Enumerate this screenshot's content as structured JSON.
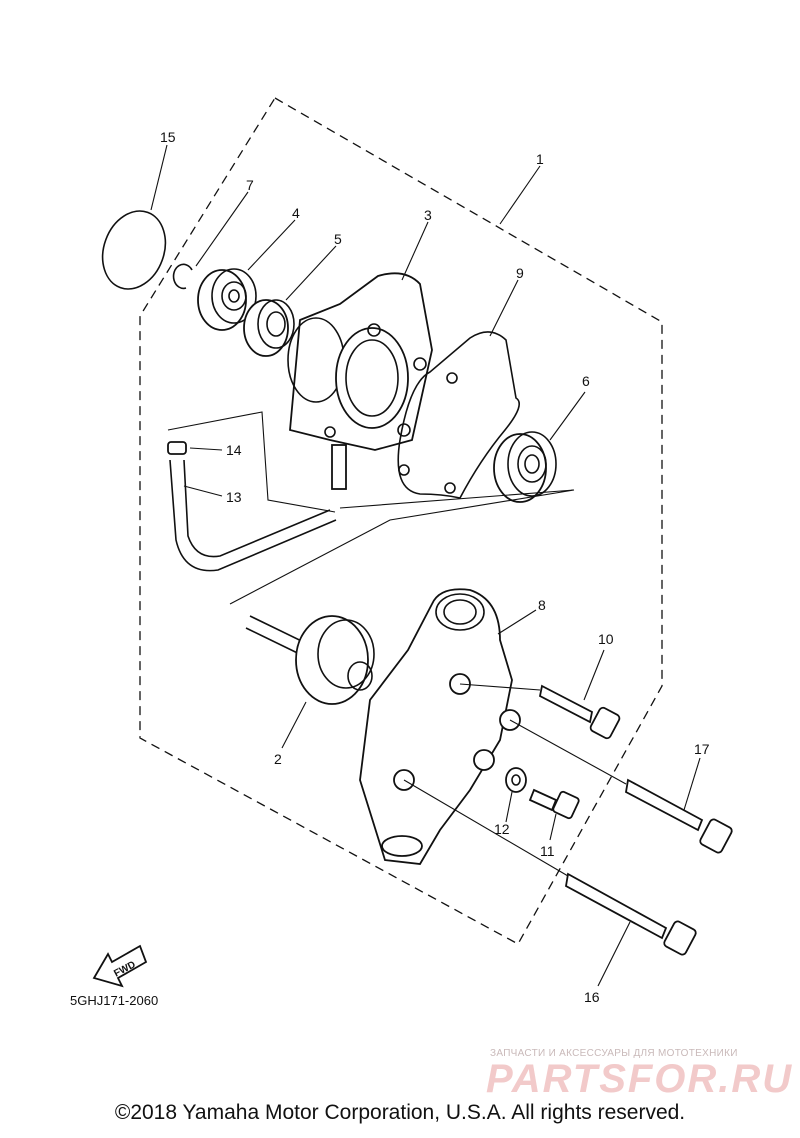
{
  "callouts": {
    "p1": "1",
    "p2": "2",
    "p3": "3",
    "p4": "4",
    "p5": "5",
    "p6": "6",
    "p7": "7",
    "p8": "8",
    "p9": "9",
    "p10": "10",
    "p11": "11",
    "p12": "12",
    "p13": "13",
    "p14": "14",
    "p15": "15",
    "p16": "16",
    "p17": "17"
  },
  "diagram_code": "5GHJ171-2060",
  "fwd_label": "FWD",
  "watermark": {
    "tagline": "ЗАПЧАСТИ И АКСЕССУАРЫ ДЛЯ МОТОТЕХНИКИ",
    "brand": "PARTSFOR.RU"
  },
  "copyright": "©2018 Yamaha Motor Corporation, U.S.A. All rights reserved."
}
